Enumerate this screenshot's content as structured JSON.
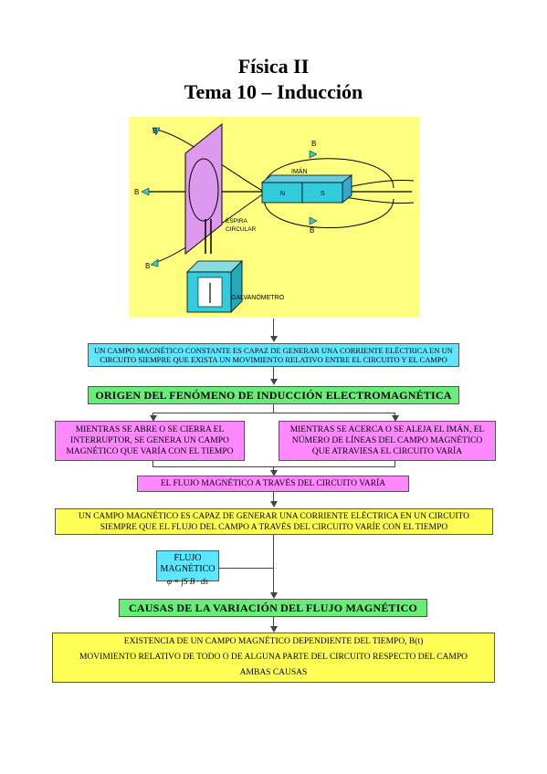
{
  "header": {
    "title": "Física II",
    "subtitle": "Tema 10 – Inducción"
  },
  "illustration": {
    "b_labels": [
      "B",
      "B",
      "B",
      "B",
      "B"
    ],
    "magnet_label": "IMÁN",
    "north": "N",
    "south": "S",
    "loop_label_line1": "ESPIRA",
    "loop_label_line2": "CIRCULAR",
    "galvanometer_label": "GALVANÓMETRO",
    "background_color": "#ffff80"
  },
  "flow": {
    "intro": "UN CAMPO MAGNÉTICO CONSTANTE ES CAPAZ DE GENERAR UNA CORRIENTE ELÉCTRICA EN UN CIRCUITO SIEMPRE QUE EXISTA UN MOVIMIENTO RELATIVO ENTRE EL CIRCUITO Y EL CAMPO",
    "origin_heading": "ORIGEN DEL FENÓMENO DE INDUCCIÓN ELECTROMAGNÉTICA",
    "case_left": "MIENTRAS SE ABRE O SE CIERRA EL INTERRUPTOR, SE GENERA UN CAMPO MAGNÉTICO QUE VARÍA CON EL TIEMPO",
    "case_right": "MIENTRAS SE ACERCA O SE ALEJA EL IMÁN, EL NÚMERO DE LÍNEAS DEL CAMPO MAGNÉTICO QUE ATRAVIESA EL CIRCUITO VARÍA",
    "flux_varies": "EL FLUJO MAGNÉTICO A TRAVÉS DEL CIRCUITO VARÍA",
    "general_statement": "UN CAMPO MAGNÉTICO ES CAPAZ DE GENERAR UNA CORRIENTE ELÉCTRICA EN UN CIRCUITO SIEMPRE QUE EL FLUJO DEL CAMPO A TRAVÉS DEL CIRCUITO VARÍE CON EL TIEMPO",
    "flux_label": "FLUJO MAGNÉTICO",
    "flux_formula": "φ = ∫S B · ds",
    "causes_heading": "CAUSAS DE LA VARIACIÓN DEL FLUJO MAGNÉTICO",
    "cause_1": "EXISTENCIA DE UN CAMPO MAGNÉTICO DEPENDIENTE DEL TIEMPO, B(t)",
    "cause_2": "MOVIMIENTO RELATIVO DE TODO O DE ALGUNA PARTE DEL CIRCUITO RESPECTO DEL CAMPO",
    "cause_3": "AMBAS CAUSAS"
  },
  "colors": {
    "cyan": "#5ce6ff",
    "green": "#66ee77",
    "pink": "#ff88ff",
    "yellow": "#ffff55"
  }
}
